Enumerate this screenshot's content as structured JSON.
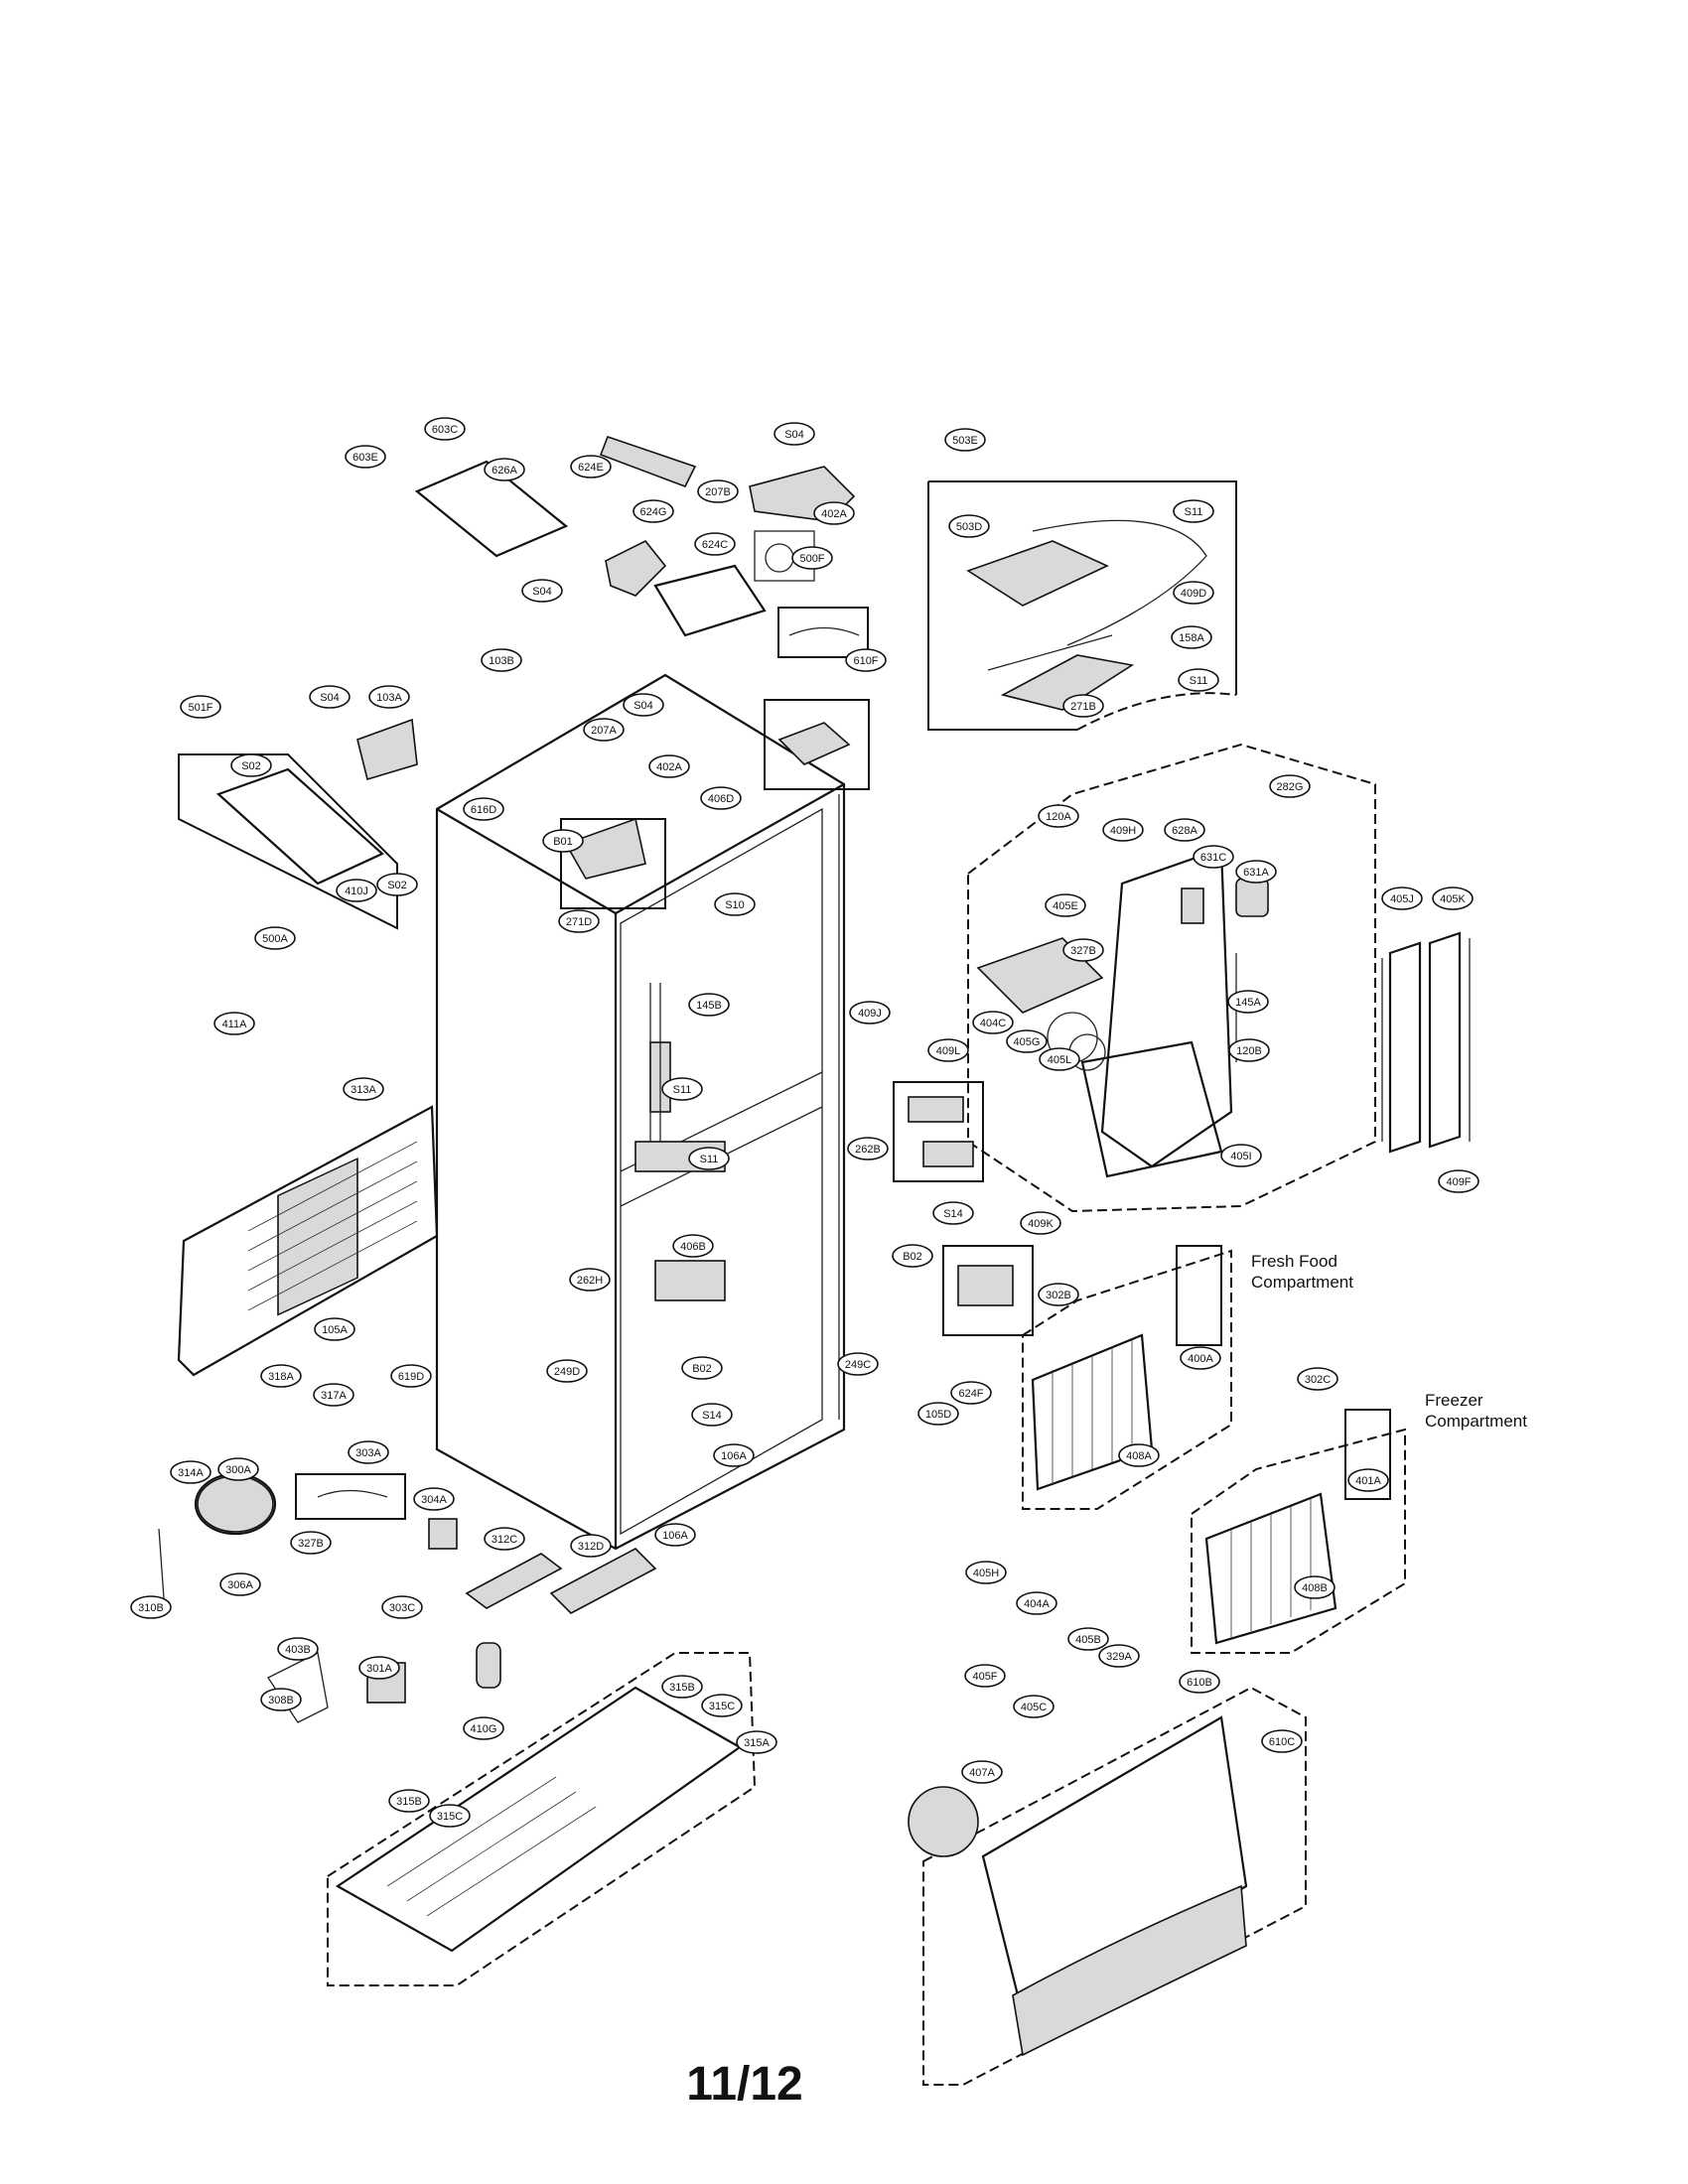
{
  "page_number": "11/12",
  "compartment_labels": {
    "fresh_food_line1": "Fresh Food",
    "fresh_food_line2": "Compartment",
    "freezer_line1": "Freezer",
    "freezer_line2": "Compartment"
  },
  "part_labels": [
    "603E",
    "603C",
    "626A",
    "624E",
    "S04",
    "207B",
    "402A",
    "624G",
    "624C",
    "500F",
    "610F",
    "S04",
    "103B",
    "503E",
    "503D",
    "S11",
    "409D",
    "158A",
    "S11",
    "501F",
    "S02",
    "S04",
    "103A",
    "207A",
    "S04",
    "402A",
    "271B",
    "616D",
    "B01",
    "406D",
    "271D",
    "410J",
    "S02",
    "500A",
    "411A",
    "S10",
    "145B",
    "409J",
    "409L",
    "S11",
    "S11",
    "120A",
    "282G",
    "409H",
    "628A",
    "631C",
    "631A",
    "405E",
    "327B",
    "404C",
    "405G",
    "405L",
    "145A",
    "120B",
    "405I",
    "405J",
    "405K",
    "409F",
    "313A",
    "262B",
    "S14",
    "B02",
    "409K",
    "406B",
    "262H",
    "302B",
    "400A",
    "105A",
    "318A",
    "317A",
    "619D",
    "249D",
    "B02",
    "S14",
    "249C",
    "624F",
    "105D",
    "106A",
    "302C",
    "401A",
    "314A",
    "300A",
    "303A",
    "304A",
    "106A",
    "408A",
    "408B",
    "312C",
    "312D",
    "327B",
    "306A",
    "310B",
    "303C",
    "405H",
    "404A",
    "405B",
    "329A",
    "405F",
    "405C",
    "403B",
    "301A",
    "308B",
    "410G",
    "315B",
    "315C",
    "315A",
    "315B",
    "315C",
    "610B",
    "610C",
    "407A"
  ]
}
